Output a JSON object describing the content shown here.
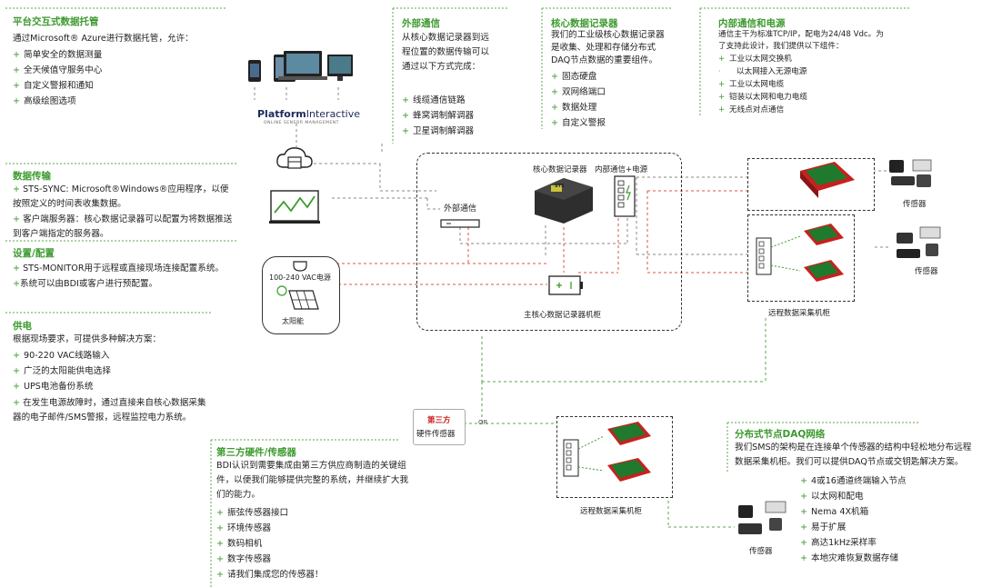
{
  "cloud": {
    "title": "平台交互式数据托管",
    "intro": "通过Microsoft® Azure进行数据托管，允许：",
    "items": [
      "简单安全的数据测量",
      "全天候值守服务中心",
      "自定义警报和通知",
      "高级绘图选项"
    ]
  },
  "transfer": {
    "title": "数据传输",
    "items": [
      "STS-SYNC: Microsoft®Windows®应用程序，以便按照定义的时间表收集数据。",
      "客户端服务器：核心数据记录器可以配置为将数据推送到客户端指定的服务器。"
    ]
  },
  "config": {
    "title": "设置/配置",
    "items": [
      "STS-MONITOR用于远程或直接现场连接配置系统。",
      "系统可以由BDI或客户进行预配置。"
    ]
  },
  "power": {
    "title": "供电",
    "intro": "根据现场要求，可提供多种解决方案：",
    "items": [
      "90-220 VAC线路输入",
      "广泛的太阳能供电选择",
      "UPS电池备份系统",
      "在发生电源故障时，通过直接来自核心数据采集器的电子邮件/SMS警报，远程监控电力系统。"
    ]
  },
  "external": {
    "title": "外部通信",
    "intro": "从核心数据记录器到远程位置的数据传输可以通过以下方式完成：",
    "items": [
      "线缆通信链路",
      "蜂窝调制解调器",
      "卫星调制解调器"
    ]
  },
  "core": {
    "title": "核心数据记录器",
    "intro": "我们的工业级核心数据记录器是收集、处理和存储分布式DAQ节点数据的重要组件。",
    "items": [
      "固态硬盘",
      "双网络端口",
      "数据处理",
      "自定义警报"
    ]
  },
  "internal": {
    "title": "内部通信和电源",
    "intro": "通信主干为标准TCP/IP，配电为24/48 Vdc。为了支持此设计，我们提供以下组件：",
    "items": [
      "工业以太网交换机",
      "以太网接入无源电源",
      "工业以太网电缆",
      "铠装以太网和电力电缆",
      "无线点对点通信"
    ]
  },
  "thirdparty": {
    "title": "第三方硬件/传感器",
    "intro": "BDI认识到需要集成由第三方供应商制造的关键组件，以便我们能够提供完整的系统，并继续扩大我们的能力。",
    "items": [
      "振弦传感器接口",
      "环境传感器",
      "数码相机",
      "数字传感器",
      "请我们集成您的传感器！"
    ]
  },
  "distributed": {
    "title": "分布式节点DAQ网络",
    "intro": "我们SMS的架构是在连接单个传感器的结构中轻松地分布远程数据采集机柜。我们可以提供DAQ节点或交钥匙解决方案。",
    "items": [
      "4或16通道终端输入节点",
      "以太网和配电",
      "Nema 4X机箱",
      "易于扩展",
      "高达1kHz采样率",
      "本地灾难恢复数据存储"
    ]
  },
  "diagram": {
    "platform_brand_a": "Platform",
    "platform_brand_b": "Interactive",
    "platform_tagline": "ONLINE SENSOR MANAGEMENT",
    "power_label": "100-240 VAC电源",
    "solar_label": "太阳能",
    "ext_comm_label": "外部通信",
    "core_logger_label": "核心数据记录器",
    "internal_label": "内部通信+电源",
    "main_cabinet_label": "主核心数据记录器机柜",
    "remote_cabinet_label_1": "远程数据采集机柜",
    "remote_cabinet_label_2": "远程数据采集机柜",
    "sensors_label_1": "传感器",
    "sensors_label_2": "传感器",
    "sensors_label_3": "传感器",
    "thirdparty_box_red": "第三方",
    "thirdparty_box_black": "硬件传感器",
    "or_label": "OR",
    "logger_brand": "STS"
  },
  "colors": {
    "accent_green": "#3c9a2e",
    "dashed_red": "#e0533f",
    "dashed_gray": "#888888",
    "navy": "#1e2a5a",
    "device_red": "#c8201e"
  }
}
